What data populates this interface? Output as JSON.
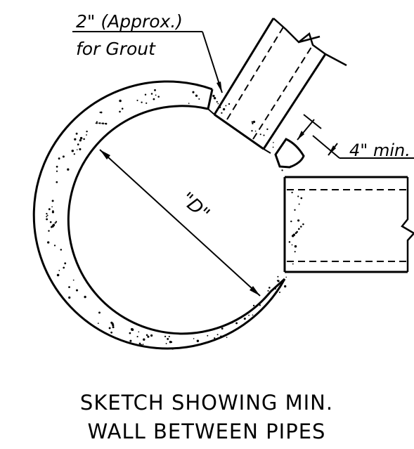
{
  "labels": {
    "grout_line1": "2\" (Approx.)",
    "grout_line2": "for Grout",
    "min_wall": "4\" min.",
    "diameter": "\"D\""
  },
  "caption": {
    "line1": "SKETCH SHOWING MIN.",
    "line2": "WALL BETWEEN PIPES"
  }
}
